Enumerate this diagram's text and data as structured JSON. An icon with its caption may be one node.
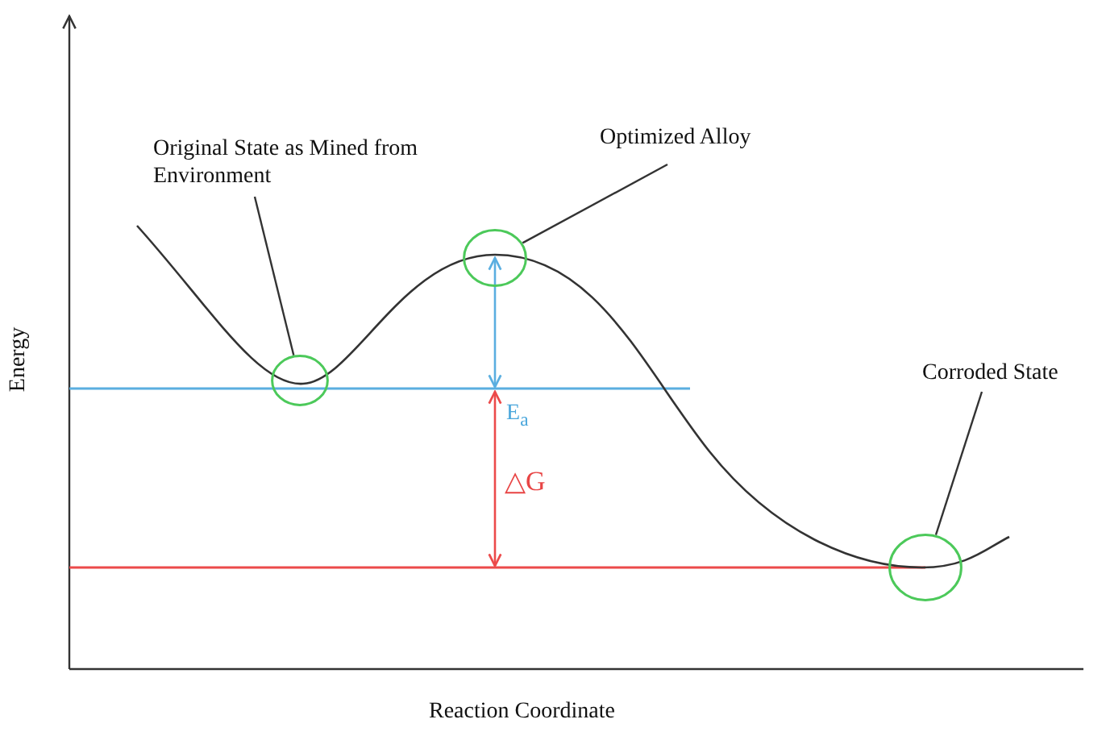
{
  "diagram": {
    "nodes": [
      {
        "text": [
          "Original State as Mined from Environment"
        ]
      },
      {
        "text": [
          "Optimized Alloy"
        ]
      },
      {
        "text": [
          "Corroded State"
        ]
      },
      {
        "text": [],
        "shape": "circle"
      },
      {
        "text": [],
        "shape": "circle"
      },
      {
        "text": [],
        "shape": "circle"
      }
    ],
    "edges": [
      {
        "from": 0,
        "to": 3,
        "arrow": "none"
      },
      {
        "from": 1,
        "to": 4,
        "arrow": "none"
      },
      {
        "from": 2,
        "to": 5,
        "arrow": "none"
      }
    ],
    "labels": [
      "Energy",
      "E$_{a}$",
      "△G",
      "Reaction Coordinate"
    ]
  }
}
